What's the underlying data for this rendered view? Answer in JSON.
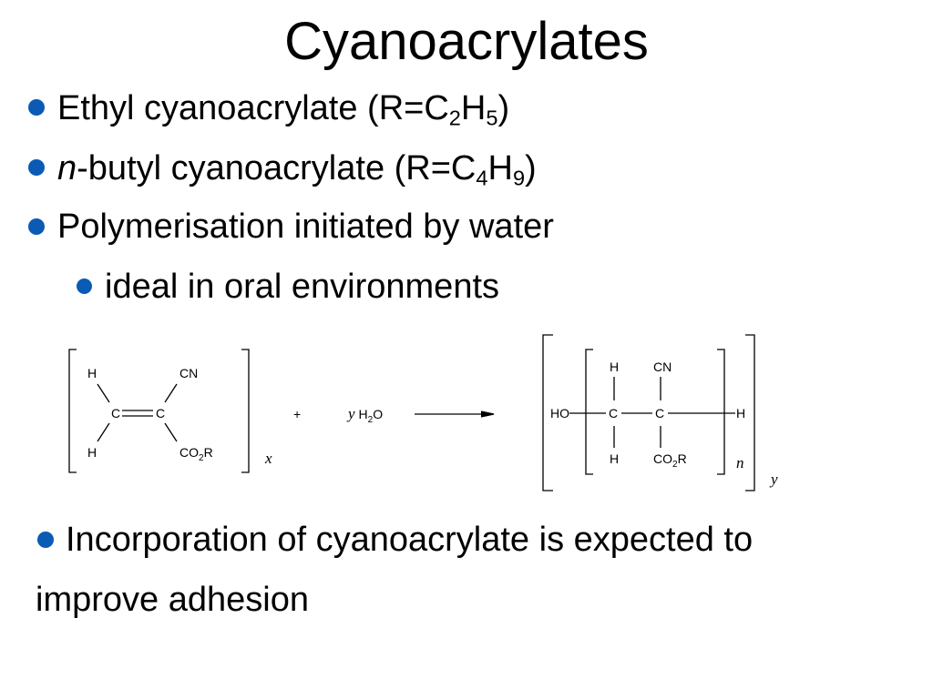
{
  "slide": {
    "title": "Cyanoacrylates",
    "bullets": [
      {
        "pre": "",
        "italic": "",
        "text": "Ethyl cyanoacrylate (R=C",
        "s1": "2",
        "mid": "H",
        "s2": "5",
        "post": ")"
      },
      {
        "pre": "",
        "italic": "n",
        "text": "-butyl cyanoacrylate (R=C",
        "s1": "4",
        "mid": "H",
        "s2": "9",
        "post": ")"
      },
      {
        "text": "Polymerisation initiated by water"
      },
      {
        "text": "ideal in oral environments"
      }
    ],
    "final_bullet": {
      "line1": "Incorporation of cyanoacrylate is expected to",
      "line2": "improve adhesion"
    },
    "accent_color": "#0b5bb5"
  },
  "reaction": {
    "monomer": {
      "top_left": "H",
      "top_right": "CN",
      "c1": "C",
      "c2": "C",
      "bottom_left": "H",
      "bottom_right_main": "CO",
      "bottom_right_sub": "2",
      "bottom_right_tail": "R",
      "subscript": "x"
    },
    "plus": "+",
    "water": {
      "coef": "y",
      "h": "H",
      "sub": "2",
      "o": "O"
    },
    "polymer": {
      "end_left": "HO",
      "c1": "C",
      "c2": "C",
      "end_right": "H",
      "top_left": "H",
      "top_right": "CN",
      "bottom_left": "H",
      "bottom_right_main": "CO",
      "bottom_right_sub": "2",
      "bottom_right_tail": "R",
      "inner_subscript": "n",
      "outer_subscript": "y"
    }
  }
}
